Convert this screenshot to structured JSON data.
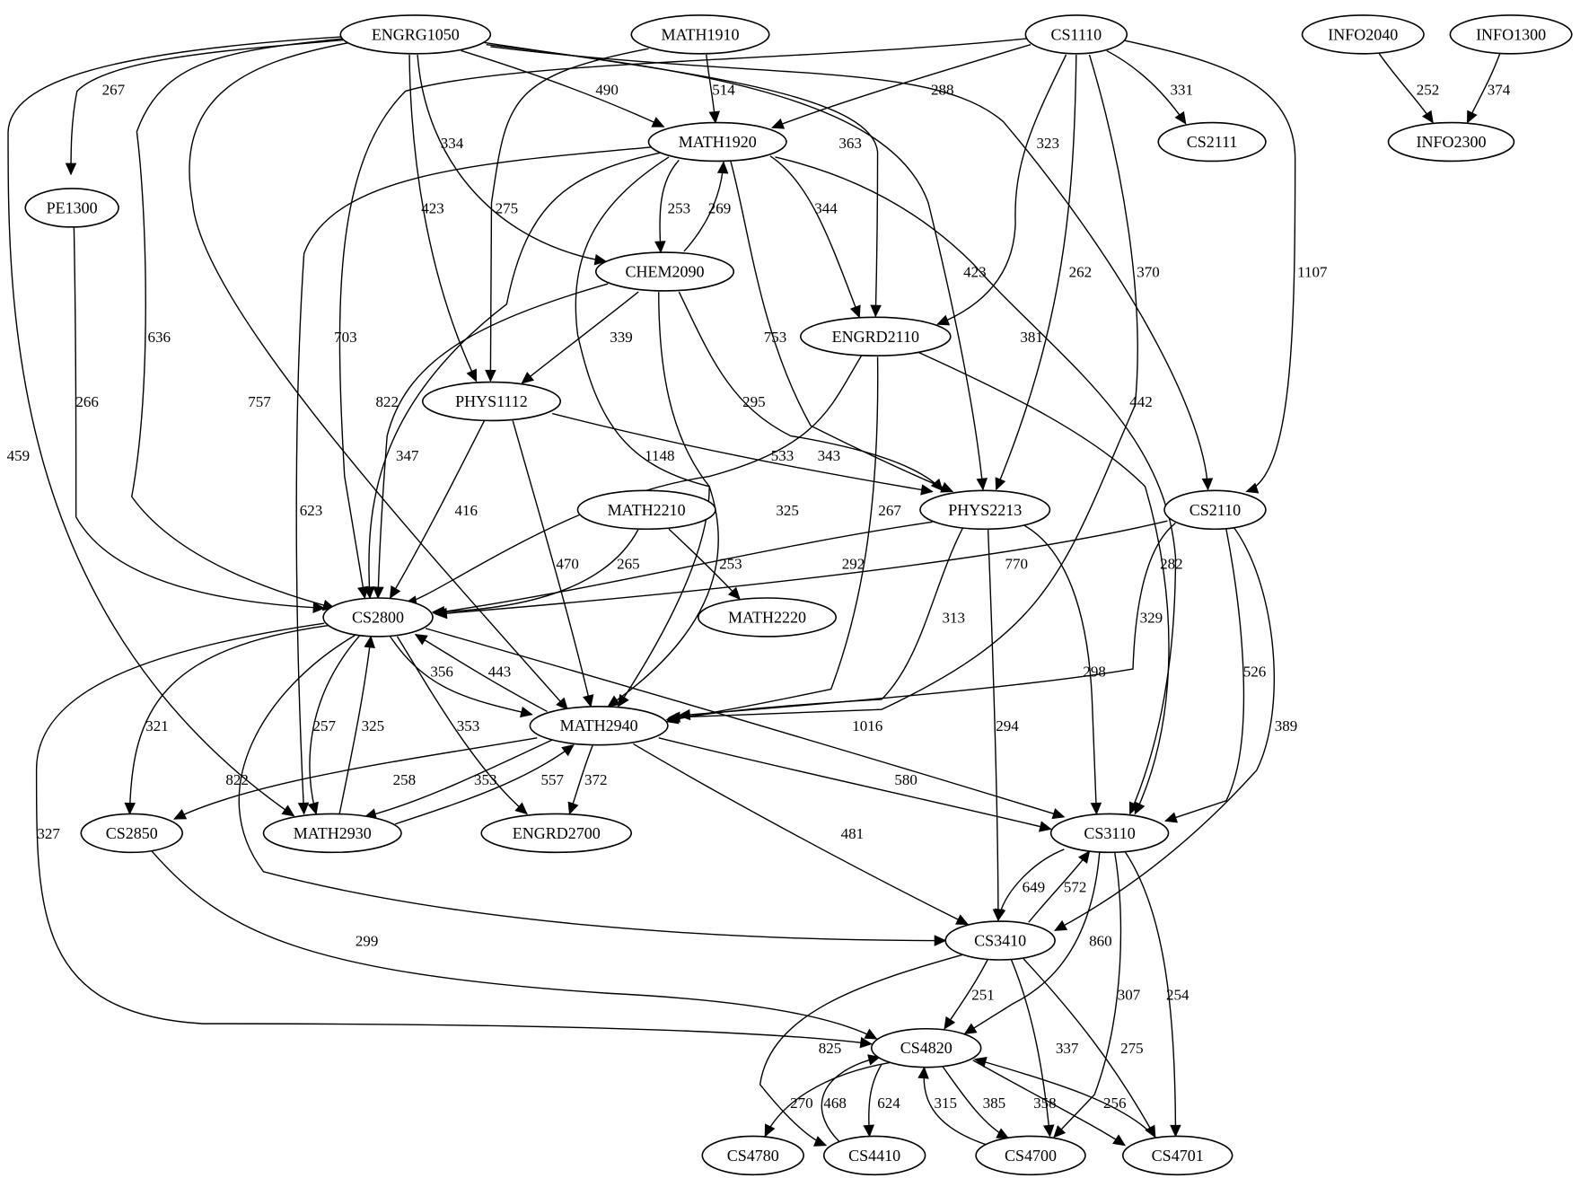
{
  "nodes": [
    "ENGRG1050",
    "MATH1910",
    "CS1110",
    "INFO2040",
    "INFO1300",
    "PE1300",
    "MATH1920",
    "CS2111",
    "INFO2300",
    "CHEM2090",
    "ENGRD2110",
    "PHYS1112",
    "MATH2210",
    "PHYS2213",
    "CS2110",
    "CS2800",
    "MATH2220",
    "MATH2940",
    "CS2850",
    "MATH2930",
    "ENGRD2700",
    "CS3110",
    "CS3410",
    "CS4820",
    "CS4780",
    "CS4410",
    "CS4700",
    "CS4701"
  ],
  "edges": [
    {
      "from": "ENGRG1050",
      "to": "PE1300",
      "label": "267"
    },
    {
      "from": "ENGRG1050",
      "to": "MATH1920",
      "label": "490"
    },
    {
      "from": "ENGRG1050",
      "to": "PHYS1112",
      "label": "423"
    },
    {
      "from": "ENGRG1050",
      "to": "CHEM2090",
      "label": "334"
    },
    {
      "from": "ENGRG1050",
      "to": "ENGRD2110",
      "label": "363"
    },
    {
      "from": "ENGRG1050",
      "to": "PHYS2213",
      "label": "423"
    },
    {
      "from": "ENGRG1050",
      "to": "CS2110",
      "label": "381"
    },
    {
      "from": "ENGRG1050",
      "to": "CS2800",
      "label": "636"
    },
    {
      "from": "ENGRG1050",
      "to": "MATH2940",
      "label": "757"
    },
    {
      "from": "ENGRG1050",
      "to": "MATH2930",
      "label": "459"
    },
    {
      "from": "MATH1910",
      "to": "MATH1920",
      "label": "514"
    },
    {
      "from": "MATH1910",
      "to": "PHYS1112",
      "label": "275"
    },
    {
      "from": "CS1110",
      "to": "MATH1920",
      "label": "288"
    },
    {
      "from": "CS1110",
      "to": "CS2111",
      "label": "331"
    },
    {
      "from": "CS1110",
      "to": "ENGRD2110",
      "label": "323"
    },
    {
      "from": "CS1110",
      "to": "PHYS2213",
      "label": "262"
    },
    {
      "from": "CS1110",
      "to": "MATH2940",
      "label": "370"
    },
    {
      "from": "CS1110",
      "to": "CS2110",
      "label": "1107"
    },
    {
      "from": "CS1110",
      "to": "CS2800",
      "label": "703"
    },
    {
      "from": "INFO2040",
      "to": "INFO2300",
      "label": "252"
    },
    {
      "from": "INFO1300",
      "to": "INFO2300",
      "label": "374"
    },
    {
      "from": "PE1300",
      "to": "CS2800",
      "label": "266"
    },
    {
      "from": "MATH1920",
      "to": "CHEM2090",
      "label": "253"
    },
    {
      "from": "CHEM2090",
      "to": "MATH1920",
      "label": "269"
    },
    {
      "from": "MATH1920",
      "to": "ENGRD2110",
      "label": "344"
    },
    {
      "from": "MATH1920",
      "to": "PHYS2213",
      "label": "753"
    },
    {
      "from": "MATH1920",
      "to": "CS2800",
      "label": "822"
    },
    {
      "from": "MATH1920",
      "to": "MATH2930",
      "label": "623"
    },
    {
      "from": "MATH1920",
      "to": "MATH2940",
      "label": "1148"
    },
    {
      "from": "MATH1920",
      "to": "CS3110",
      "label": "442"
    },
    {
      "from": "CHEM2090",
      "to": "PHYS1112",
      "label": "339"
    },
    {
      "from": "CHEM2090",
      "to": "PHYS2213",
      "label": "295"
    },
    {
      "from": "CHEM2090",
      "to": "CS2800",
      "label": "347"
    },
    {
      "from": "CHEM2090",
      "to": "MATH2940",
      "label": "325"
    },
    {
      "from": "ENGRD2110",
      "to": "CS2800",
      "label": "343"
    },
    {
      "from": "ENGRD2110",
      "to": "MATH2940",
      "label": "267"
    },
    {
      "from": "ENGRD2110",
      "to": "CS3110",
      "label": "282"
    },
    {
      "from": "PHYS1112",
      "to": "PHYS2213",
      "label": "533"
    },
    {
      "from": "PHYS1112",
      "to": "CS2800",
      "label": "416"
    },
    {
      "from": "PHYS1112",
      "to": "MATH2940",
      "label": "470"
    },
    {
      "from": "MATH2210",
      "to": "CS2800",
      "label": "265"
    },
    {
      "from": "MATH2210",
      "to": "MATH2220",
      "label": "253"
    },
    {
      "from": "PHYS2213",
      "to": "CS2800",
      "label": "292"
    },
    {
      "from": "PHYS2213",
      "to": "MATH2940",
      "label": "313"
    },
    {
      "from": "PHYS2213",
      "to": "CS3410",
      "label": "294"
    },
    {
      "from": "PHYS2213",
      "to": "CS3110",
      "label": "298"
    },
    {
      "from": "CS2110",
      "to": "CS2800",
      "label": "770"
    },
    {
      "from": "CS2110",
      "to": "MATH2940",
      "label": "329"
    },
    {
      "from": "CS2110",
      "to": "CS3110",
      "label": "526"
    },
    {
      "from": "CS2110",
      "to": "CS3410",
      "label": "389"
    },
    {
      "from": "CS2800",
      "to": "MATH2940",
      "label": "356"
    },
    {
      "from": "MATH2940",
      "to": "CS2800",
      "label": "443"
    },
    {
      "from": "CS2800",
      "to": "CS2850",
      "label": "321"
    },
    {
      "from": "CS2800",
      "to": "MATH2930",
      "label": "257"
    },
    {
      "from": "MATH2930",
      "to": "CS2800",
      "label": "325"
    },
    {
      "from": "CS2800",
      "to": "ENGRD2700",
      "label": "353"
    },
    {
      "from": "CS2800",
      "to": "CS3110",
      "label": "1016"
    },
    {
      "from": "CS2800",
      "to": "CS3410",
      "label": "822"
    },
    {
      "from": "CS2800",
      "to": "CS4820",
      "label": "327"
    },
    {
      "from": "MATH2940",
      "to": "CS2850",
      "label": "258"
    },
    {
      "from": "MATH2940",
      "to": "MATH2930",
      "label": "353"
    },
    {
      "from": "MATH2930",
      "to": "MATH2940",
      "label": "557"
    },
    {
      "from": "MATH2940",
      "to": "ENGRD2700",
      "label": "372"
    },
    {
      "from": "MATH2940",
      "to": "CS3110",
      "label": "580"
    },
    {
      "from": "MATH2940",
      "to": "CS3410",
      "label": "481"
    },
    {
      "from": "CS2850",
      "to": "CS4820",
      "label": "299"
    },
    {
      "from": "CS3110",
      "to": "CS3410",
      "label": "649"
    },
    {
      "from": "CS3410",
      "to": "CS3110",
      "label": "572"
    },
    {
      "from": "CS3110",
      "to": "CS4820",
      "label": "860"
    },
    {
      "from": "CS3110",
      "to": "CS4700",
      "label": "307"
    },
    {
      "from": "CS3110",
      "to": "CS4701",
      "label": "254"
    },
    {
      "from": "CS3410",
      "to": "CS4820",
      "label": "251"
    },
    {
      "from": "CS3410",
      "to": "CS4410",
      "label": "825"
    },
    {
      "from": "CS3410",
      "to": "CS4700",
      "label": "337"
    },
    {
      "from": "CS3410",
      "to": "CS4701",
      "label": "275"
    },
    {
      "from": "CS4820",
      "to": "CS4780",
      "label": "270"
    },
    {
      "from": "CS4410",
      "to": "CS4820",
      "label": "468"
    },
    {
      "from": "CS4820",
      "to": "CS4410",
      "label": "624"
    },
    {
      "from": "CS4700",
      "to": "CS4820",
      "label": "315"
    },
    {
      "from": "CS4820",
      "to": "CS4700",
      "label": "385"
    },
    {
      "from": "CS4820",
      "to": "CS4701",
      "label": "358"
    },
    {
      "from": "CS4701",
      "to": "CS4820",
      "label": "256"
    }
  ]
}
